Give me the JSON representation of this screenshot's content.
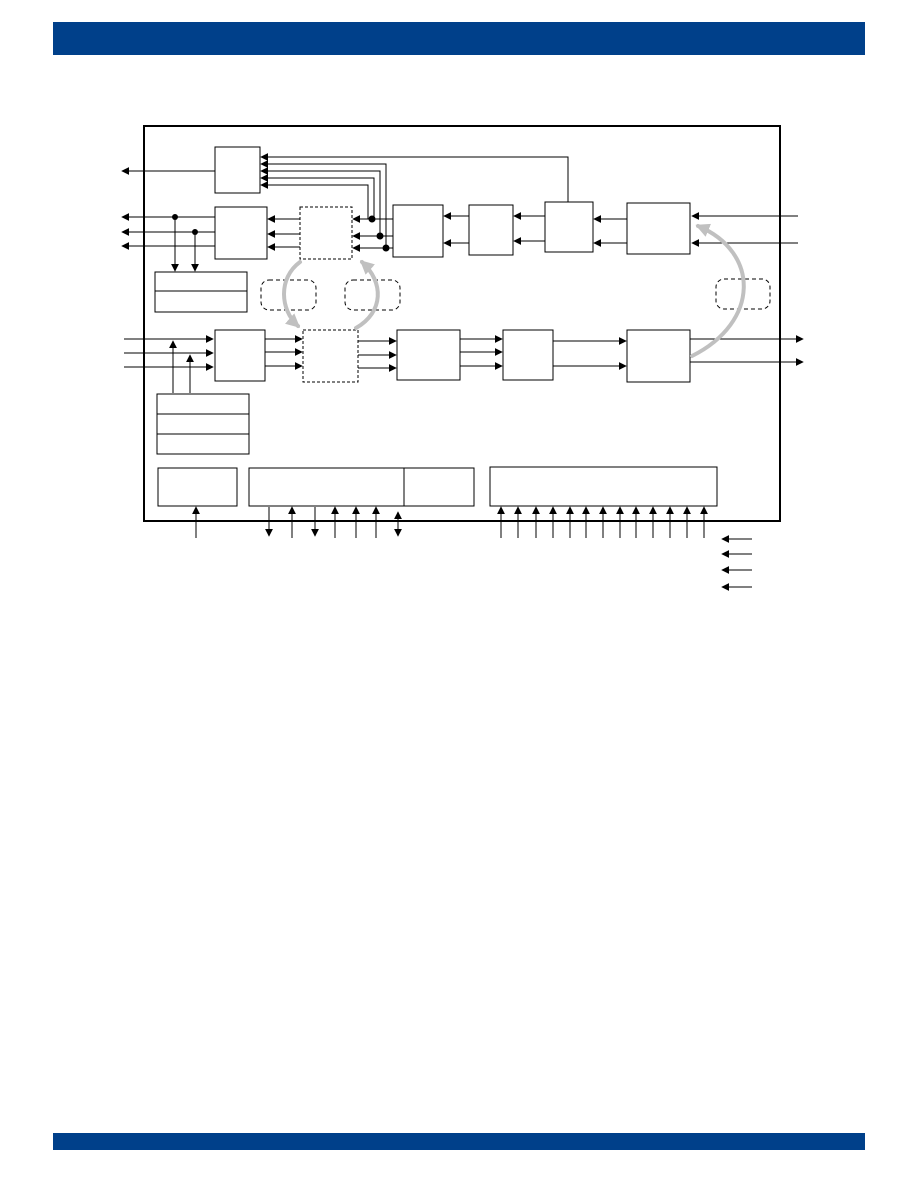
{
  "page": {
    "accent_color": "#00408a",
    "line_color": "#000000",
    "loop_color": "#c0c0c0"
  },
  "diagram": {
    "main_boundary": "solid-box",
    "blocks": {
      "top_row_1": [
        "block",
        "block",
        "block",
        "block",
        "block",
        "block",
        "block"
      ],
      "bottom_row": [
        "block",
        "block",
        "block",
        "block",
        "block"
      ],
      "dashed": [
        "dashed-block-top",
        "dashed-block-bottom",
        "loopback-box-1",
        "loopback-box-2",
        "loopback-box-3"
      ]
    },
    "icons": [
      "arrow-left-icon",
      "arrow-right-icon",
      "arrow-up-icon",
      "arrow-down-icon",
      "junction-dot-icon",
      "loopback-arrow-icon"
    ]
  }
}
